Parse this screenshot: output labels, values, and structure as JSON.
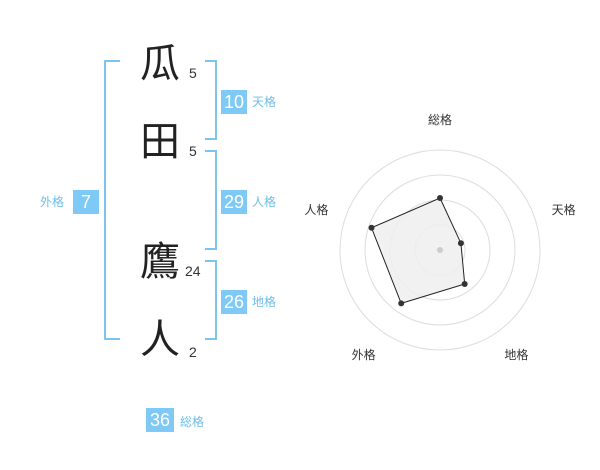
{
  "name_chars": [
    {
      "char": "瓜",
      "strokes": "5"
    },
    {
      "char": "田",
      "strokes": "5"
    },
    {
      "char": "鷹",
      "strokes": "24"
    },
    {
      "char": "人",
      "strokes": "2"
    }
  ],
  "kakusu": {
    "tenkaku": {
      "value": "10",
      "label": "天格"
    },
    "jinkaku": {
      "value": "29",
      "label": "人格"
    },
    "chikaku": {
      "value": "26",
      "label": "地格"
    },
    "gaikaku": {
      "value": "7",
      "label": "外格"
    },
    "soukaku": {
      "value": "36",
      "label": "総格"
    }
  },
  "colors": {
    "accent": "#7ec9f5",
    "bracket": "#7ec3ee",
    "label": "#6dbde9",
    "radar_fill": "#eeeeee",
    "radar_line": "#222222"
  },
  "chart_data": {
    "type": "radar",
    "axes": [
      "総格",
      "天格",
      "地格",
      "外格",
      "人格"
    ],
    "values": [
      0.52,
      0.22,
      0.42,
      0.66,
      0.72
    ],
    "range": [
      0,
      1
    ],
    "rings": 4
  }
}
